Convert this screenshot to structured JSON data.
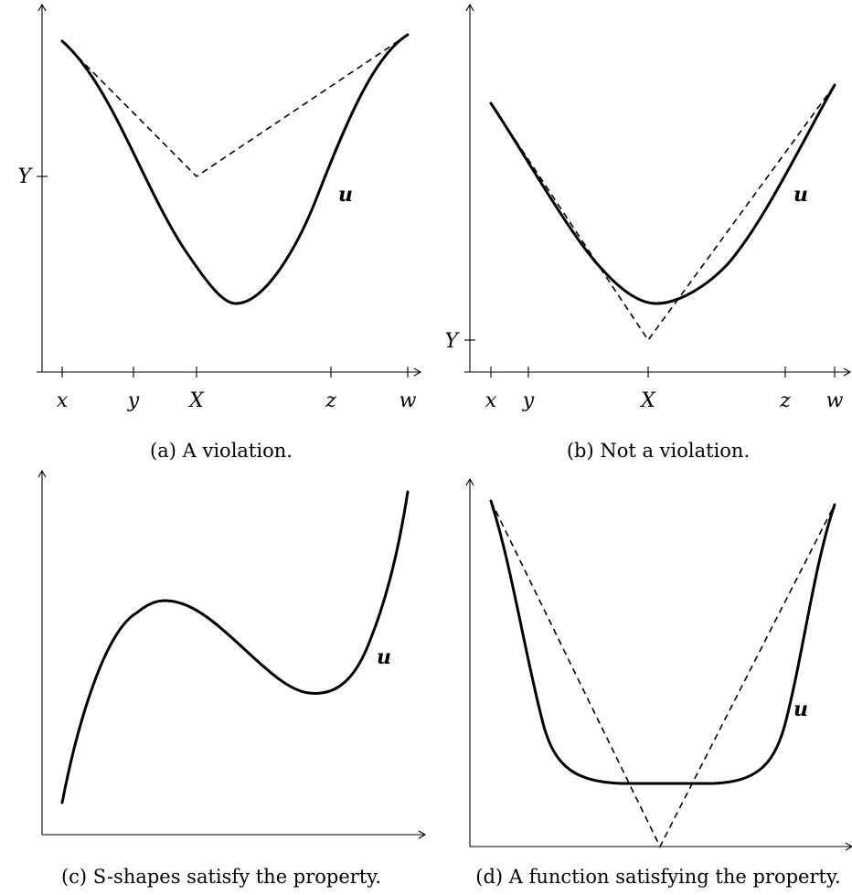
{
  "panels": {
    "a": {
      "caption": "(a) A violation.",
      "x_ticks": [
        "x",
        "y",
        "X",
        "z",
        "w"
      ],
      "y_tick": "Y",
      "curve_label": "u"
    },
    "b": {
      "caption": "(b) Not a violation.",
      "x_ticks": [
        "x",
        "y",
        "X",
        "z",
        "w"
      ],
      "y_tick": "Y",
      "curve_label": "u"
    },
    "c": {
      "caption": "(c) S-shapes satisfy the property.",
      "curve_label": "u"
    },
    "d": {
      "caption": "(d) A function satisfying the property.",
      "curve_label": "u"
    }
  }
}
